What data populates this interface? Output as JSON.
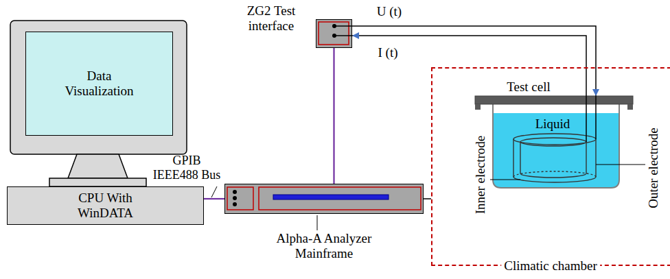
{
  "diagram": {
    "nodes": [
      {
        "text": [
          "Data Visualization"
        ]
      },
      {
        "text": [
          "CPU With WinDATA"
        ]
      },
      {
        "text": [
          "Alpha-A Analyzer Mainframe"
        ]
      },
      {
        "text": [
          "ZG2 Test interface"
        ]
      },
      {
        "text": [
          "Climatic chamber"
        ]
      },
      {
        "text": [
          "Test cell",
          "Liquid"
        ],
        "in": 4
      }
    ],
    "edges": [
      {
        "from": 1,
        "to": 2,
        "arrow": "none"
      },
      {
        "from": 2,
        "to": 3,
        "arrow": "none"
      },
      {
        "from": 3,
        "to": 5,
        "label": "U (t)",
        "arrow": "to"
      },
      {
        "from": 5,
        "to": 3,
        "label": "I (t)",
        "arrow": "to"
      },
      {
        "from": 2,
        "to": 4,
        "arrow": "none"
      }
    ],
    "labels": [
      "GPIB IEEE488 Bus",
      "Inner electrode",
      "Outer electrode"
    ]
  }
}
